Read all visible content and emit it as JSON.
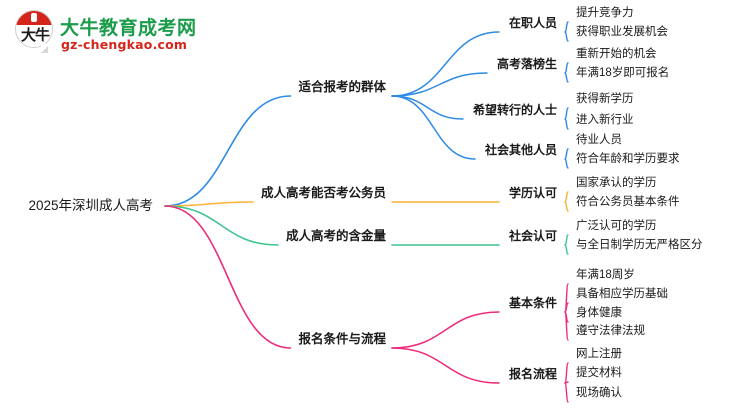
{
  "watermark": {
    "logo_icon": "daniu-speech-bubble-logo",
    "logo_mark_text": "大牛",
    "brand_name": "大牛教育成考网",
    "brand_url": "gz-chengkao.com",
    "brand_color": "#1a9c4a",
    "accent_color": "#d5241c"
  },
  "mindmap": {
    "root": {
      "label": "2025年深圳成人高考"
    },
    "branch_colors": {
      "blue": "#2e8ae5",
      "orange": "#f7b233",
      "green": "#3fc48d",
      "pink": "#ee2a7b"
    },
    "branches": [
      {
        "label": "适合报考的群体",
        "color": "#2e8ae5",
        "children": [
          {
            "label": "在职人员",
            "leaves": [
              "提升竞争力",
              "获得职业发展机会"
            ]
          },
          {
            "label": "高考落榜生",
            "leaves": [
              "重新开始的机会",
              "年满18岁即可报名"
            ]
          },
          {
            "label": "希望转行的人士",
            "leaves": [
              "获得新学历",
              "进入新行业"
            ]
          },
          {
            "label": "社会其他人员",
            "leaves": [
              "待业人员",
              "符合年龄和学历要求"
            ]
          }
        ]
      },
      {
        "label": "成人高考能否考公务员",
        "color": "#f7b233",
        "children": [
          {
            "label": "学历认可",
            "leaves": [
              "国家承认的学历",
              "符合公务员基本条件"
            ]
          }
        ]
      },
      {
        "label": "成人高考的含金量",
        "color": "#3fc48d",
        "children": [
          {
            "label": "社会认可",
            "leaves": [
              "广泛认可的学历",
              "与全日制学历无严格区分"
            ]
          }
        ]
      },
      {
        "label": "报名条件与流程",
        "color": "#ee2a7b",
        "children": [
          {
            "label": "基本条件",
            "leaves": [
              "年满18周岁",
              "具备相应学历基础",
              "身体健康",
              "遵守法律法规"
            ]
          },
          {
            "label": "报名流程",
            "leaves": [
              "网上注册",
              "提交材料",
              "现场确认"
            ]
          }
        ]
      }
    ]
  }
}
